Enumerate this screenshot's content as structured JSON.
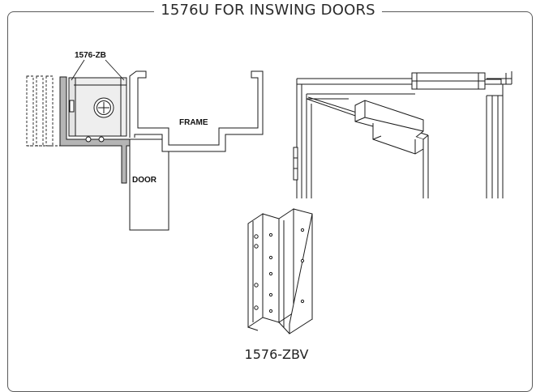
{
  "panel": {
    "title": "1576U FOR INSWING DOORS"
  },
  "diagram": {
    "labels": {
      "bracket": "1576-ZB",
      "frame": "FRAME",
      "door": "DOOR",
      "product": "1576-ZBV"
    }
  },
  "colors": {
    "line": "#1a1a1a",
    "bracket_fill": "#b5b5b5",
    "magnet_fill": "#eeeeee",
    "border": "#5a5a5a"
  }
}
